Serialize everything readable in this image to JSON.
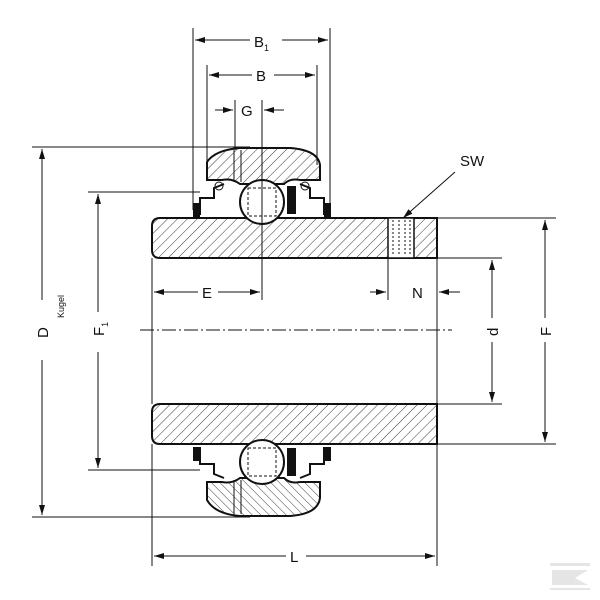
{
  "drawing": {
    "title": "Bearing insert dimension drawing",
    "labels": {
      "B1_main": "B",
      "B1_sub": "1",
      "B": "B",
      "G": "G",
      "SW": "SW",
      "E": "E",
      "N": "N",
      "D": "D",
      "D_sub": "Kugel",
      "F1_main": "F",
      "F1_sub": "1",
      "d": "d",
      "F": "F",
      "L": "L"
    },
    "watermark": "K"
  }
}
